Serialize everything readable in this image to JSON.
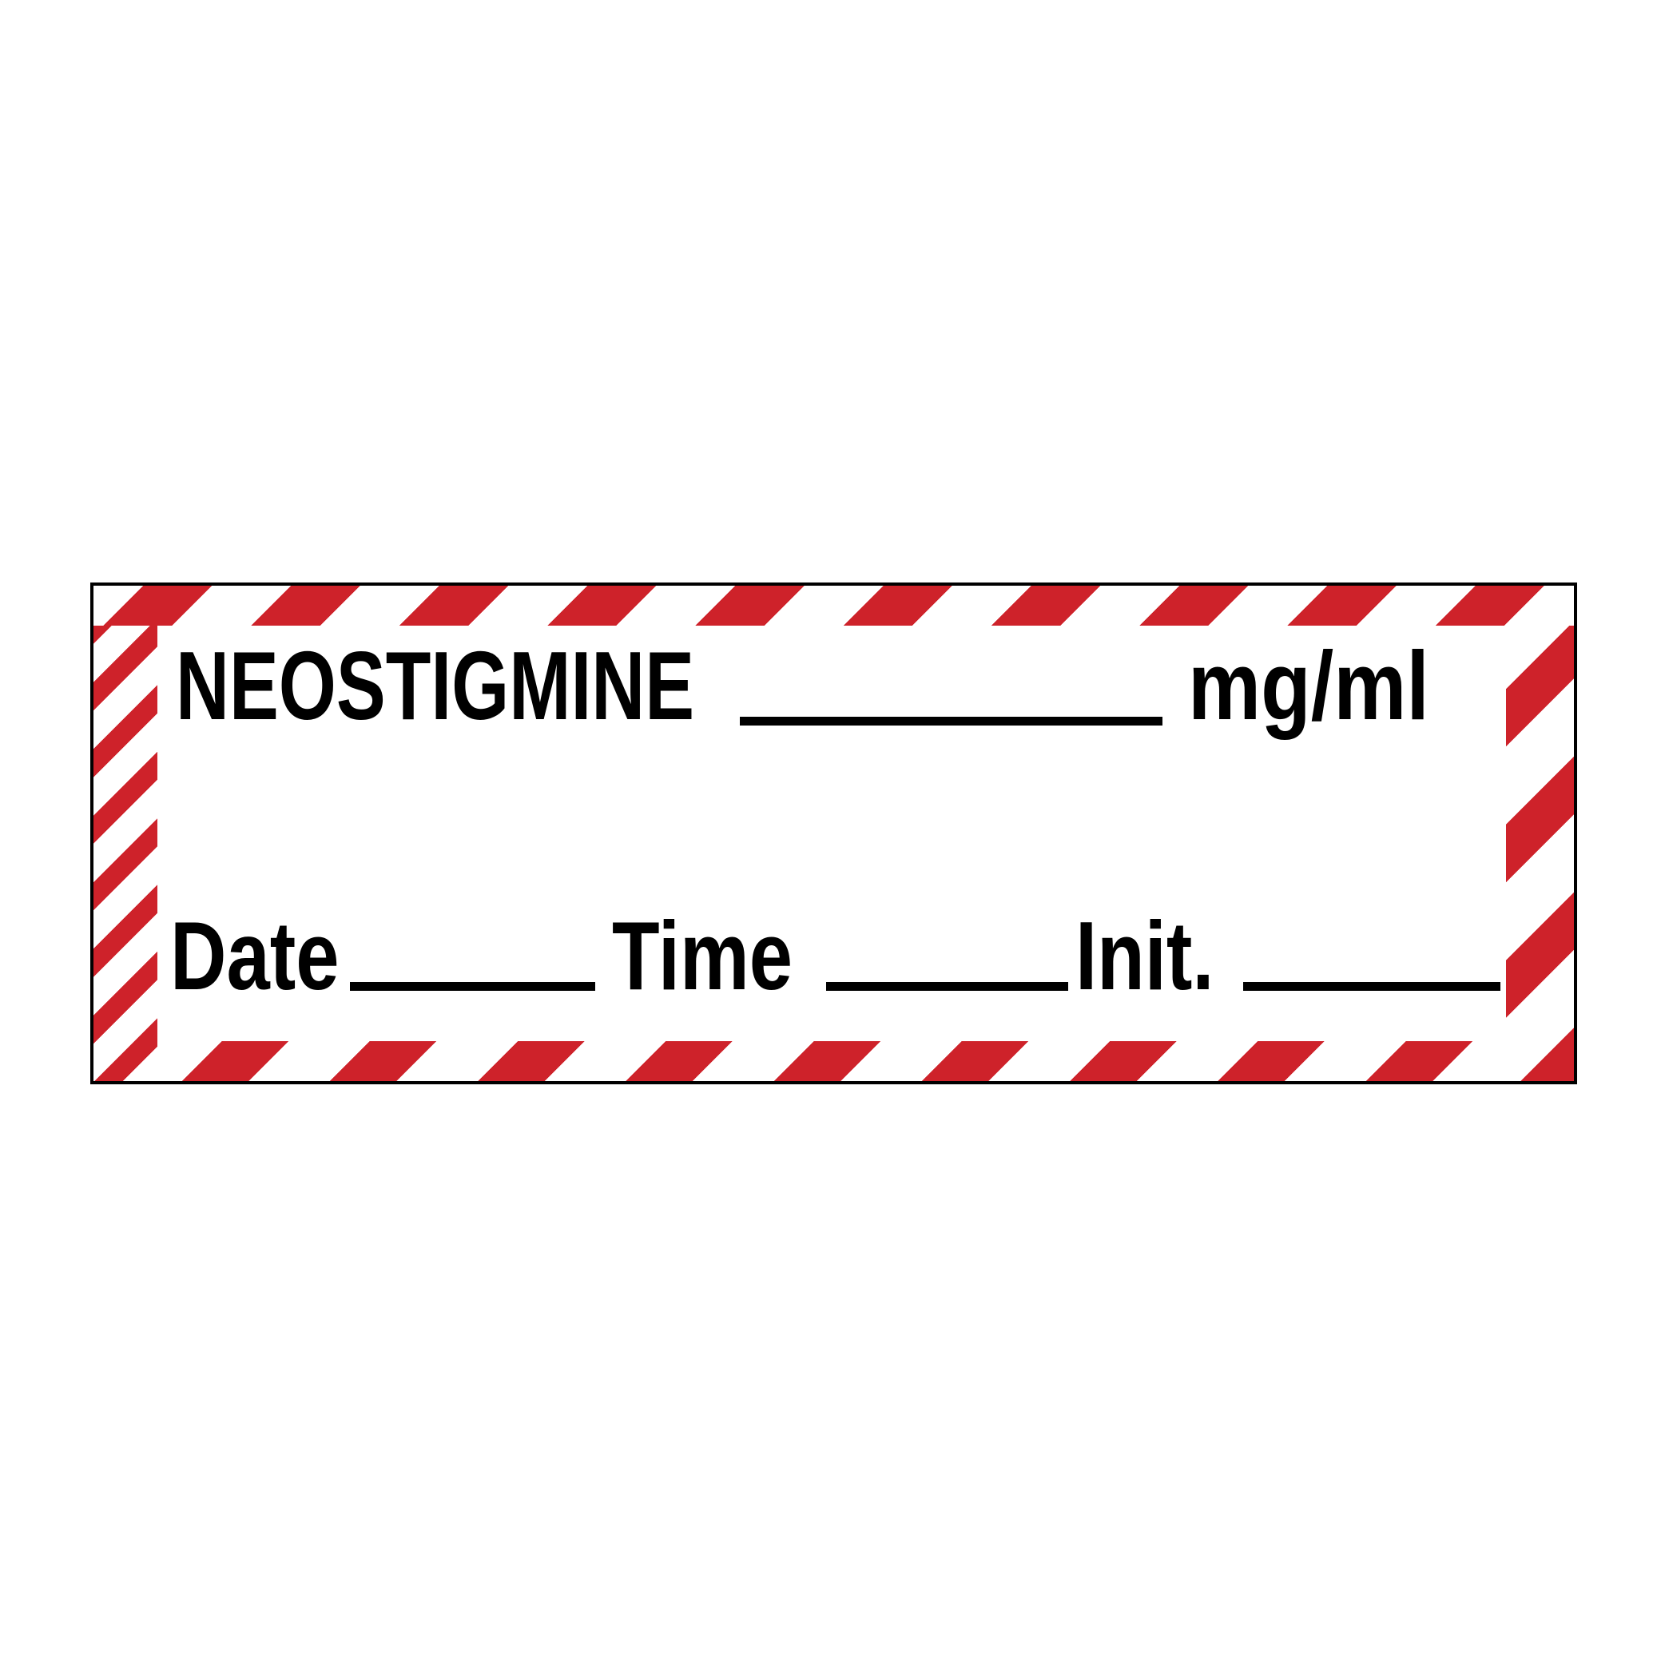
{
  "label": {
    "title": {
      "drug_name": "NEOSTIGMINE",
      "unit": "mg/ml"
    },
    "fields": {
      "date_label": "Date",
      "time_label": "Time",
      "init_label": "Init."
    },
    "colors": {
      "stripe_red": "#ce222a",
      "ink": "#000000",
      "background": "#ffffff"
    }
  }
}
